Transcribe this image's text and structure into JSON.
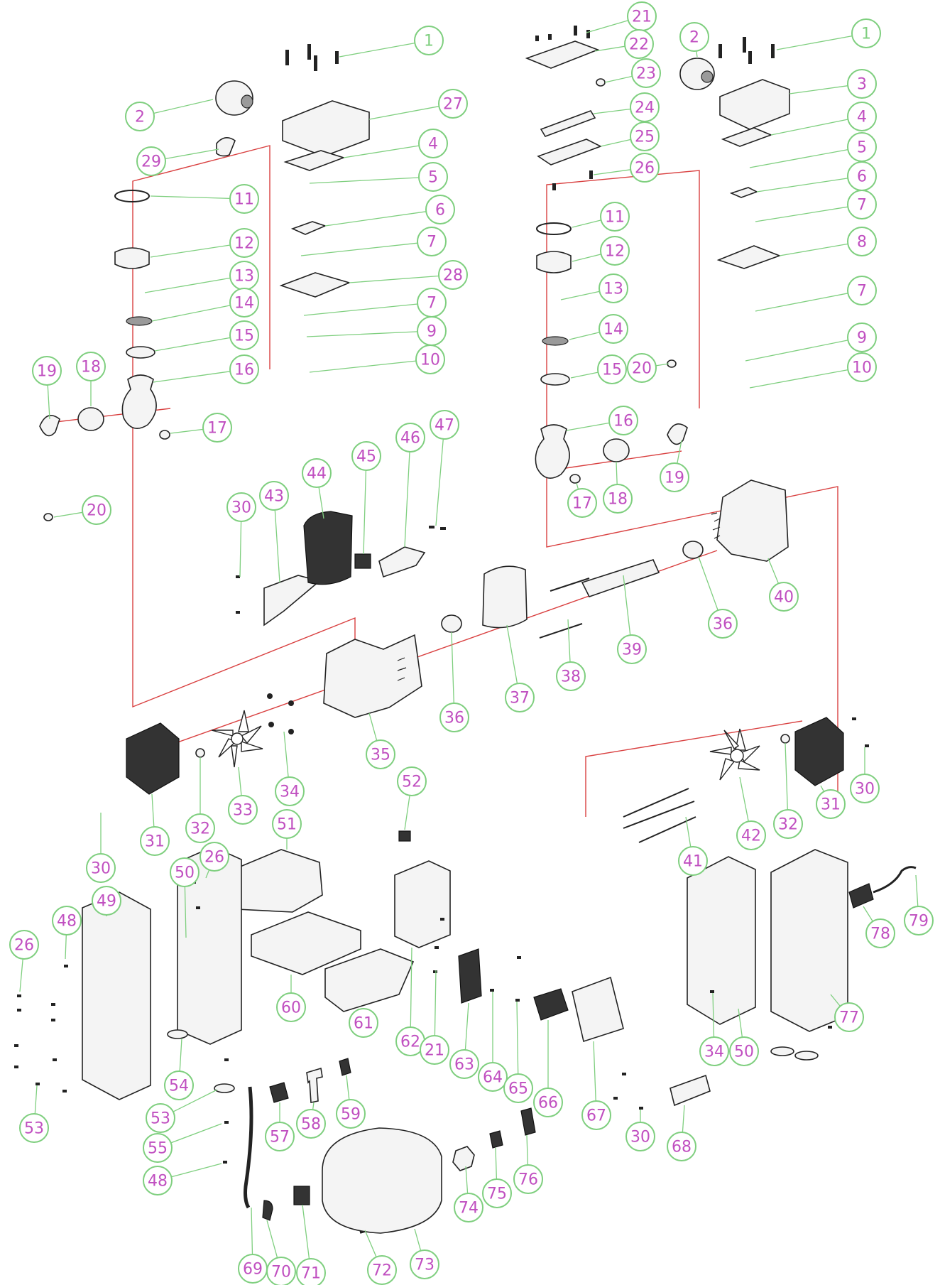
{
  "colors": {
    "callout_circle": "#7fcf7f",
    "callout_text_mixed": [
      "#7fcf7f",
      "#c04fc0"
    ],
    "leader_line": "#7fcf7f",
    "assembly_line": "#d94040",
    "part_stroke": "#222222"
  },
  "callouts": [
    {
      "id": "l-1",
      "label": "1"
    },
    {
      "id": "l-2",
      "label": "2"
    },
    {
      "id": "l-27",
      "label": "27"
    },
    {
      "id": "l-29",
      "label": "29"
    },
    {
      "id": "l-4",
      "label": "4"
    },
    {
      "id": "l-5",
      "label": "5"
    },
    {
      "id": "l-11",
      "label": "11"
    },
    {
      "id": "l-6",
      "label": "6"
    },
    {
      "id": "l-12",
      "label": "12"
    },
    {
      "id": "l-7",
      "label": "7"
    },
    {
      "id": "l-13",
      "label": "13"
    },
    {
      "id": "l-28",
      "label": "28"
    },
    {
      "id": "l-14",
      "label": "14"
    },
    {
      "id": "l-7b",
      "label": "7"
    },
    {
      "id": "l-15",
      "label": "15"
    },
    {
      "id": "l-9",
      "label": "9"
    },
    {
      "id": "l-10",
      "label": "10"
    },
    {
      "id": "l-16",
      "label": "16"
    },
    {
      "id": "l-19",
      "label": "19"
    },
    {
      "id": "l-18",
      "label": "18"
    },
    {
      "id": "l-17",
      "label": "17"
    },
    {
      "id": "l-20",
      "label": "20"
    },
    {
      "id": "r-21",
      "label": "21"
    },
    {
      "id": "r-22",
      "label": "22"
    },
    {
      "id": "r-23",
      "label": "23"
    },
    {
      "id": "r-24",
      "label": "24"
    },
    {
      "id": "r-25",
      "label": "25"
    },
    {
      "id": "r-26",
      "label": "26"
    },
    {
      "id": "r-2",
      "label": "2"
    },
    {
      "id": "r-1",
      "label": "1"
    },
    {
      "id": "r-3",
      "label": "3"
    },
    {
      "id": "r-4",
      "label": "4"
    },
    {
      "id": "r-5",
      "label": "5"
    },
    {
      "id": "r-6",
      "label": "6"
    },
    {
      "id": "r-7",
      "label": "7"
    },
    {
      "id": "r-8",
      "label": "8"
    },
    {
      "id": "r-7b",
      "label": "7"
    },
    {
      "id": "r-9",
      "label": "9"
    },
    {
      "id": "r-10",
      "label": "10"
    },
    {
      "id": "r-11",
      "label": "11"
    },
    {
      "id": "r-12",
      "label": "12"
    },
    {
      "id": "r-13",
      "label": "13"
    },
    {
      "id": "r-14",
      "label": "14"
    },
    {
      "id": "r-15",
      "label": "15"
    },
    {
      "id": "r-20",
      "label": "20"
    },
    {
      "id": "r-16",
      "label": "16"
    },
    {
      "id": "r-19",
      "label": "19"
    },
    {
      "id": "r-18",
      "label": "18"
    },
    {
      "id": "r-17",
      "label": "17"
    },
    {
      "id": "m-30",
      "label": "30"
    },
    {
      "id": "m-43",
      "label": "43"
    },
    {
      "id": "m-44",
      "label": "44"
    },
    {
      "id": "m-45",
      "label": "45"
    },
    {
      "id": "m-46",
      "label": "46"
    },
    {
      "id": "m-47",
      "label": "47"
    },
    {
      "id": "m-40",
      "label": "40"
    },
    {
      "id": "m-36",
      "label": "36"
    },
    {
      "id": "m-39",
      "label": "39"
    },
    {
      "id": "m-38",
      "label": "38"
    },
    {
      "id": "m-37",
      "label": "37"
    },
    {
      "id": "m-36b",
      "label": "36"
    },
    {
      "id": "m-35",
      "label": "35"
    },
    {
      "id": "m-34",
      "label": "34"
    },
    {
      "id": "m-33",
      "label": "33"
    },
    {
      "id": "m-32",
      "label": "32"
    },
    {
      "id": "m-31",
      "label": "31"
    },
    {
      "id": "m-52",
      "label": "52"
    },
    {
      "id": "m-30r",
      "label": "30"
    },
    {
      "id": "m-31r",
      "label": "31"
    },
    {
      "id": "m-32r",
      "label": "32"
    },
    {
      "id": "m-42",
      "label": "42"
    },
    {
      "id": "m-41",
      "label": "41"
    },
    {
      "id": "b-30",
      "label": "30"
    },
    {
      "id": "b-51",
      "label": "51"
    },
    {
      "id": "b-26",
      "label": "26"
    },
    {
      "id": "b-50",
      "label": "50"
    },
    {
      "id": "b-49",
      "label": "49"
    },
    {
      "id": "b-48",
      "label": "48"
    },
    {
      "id": "b-26l",
      "label": "26"
    },
    {
      "id": "b-60",
      "label": "60"
    },
    {
      "id": "b-61",
      "label": "61"
    },
    {
      "id": "b-62",
      "label": "62"
    },
    {
      "id": "b-21",
      "label": "21"
    },
    {
      "id": "b-63",
      "label": "63"
    },
    {
      "id": "b-64",
      "label": "64"
    },
    {
      "id": "b-65",
      "label": "65"
    },
    {
      "id": "b-66",
      "label": "66"
    },
    {
      "id": "b-67",
      "label": "67"
    },
    {
      "id": "b-30c",
      "label": "30"
    },
    {
      "id": "b-68",
      "label": "68"
    },
    {
      "id": "b-54",
      "label": "54"
    },
    {
      "id": "b-53",
      "label": "53"
    },
    {
      "id": "b-55",
      "label": "55"
    },
    {
      "id": "b-48b",
      "label": "48"
    },
    {
      "id": "b-53l",
      "label": "53"
    },
    {
      "id": "b-57",
      "label": "57"
    },
    {
      "id": "b-58",
      "label": "58"
    },
    {
      "id": "b-59",
      "label": "59"
    },
    {
      "id": "b-69",
      "label": "69"
    },
    {
      "id": "b-70",
      "label": "70"
    },
    {
      "id": "b-71",
      "label": "71"
    },
    {
      "id": "b-72",
      "label": "72"
    },
    {
      "id": "b-73",
      "label": "73"
    },
    {
      "id": "b-74",
      "label": "74"
    },
    {
      "id": "b-75",
      "label": "75"
    },
    {
      "id": "b-76",
      "label": "76"
    },
    {
      "id": "b-34",
      "label": "34"
    },
    {
      "id": "b-50r",
      "label": "50"
    },
    {
      "id": "b-77",
      "label": "77"
    },
    {
      "id": "b-78",
      "label": "78"
    },
    {
      "id": "b-79",
      "label": "79"
    }
  ]
}
